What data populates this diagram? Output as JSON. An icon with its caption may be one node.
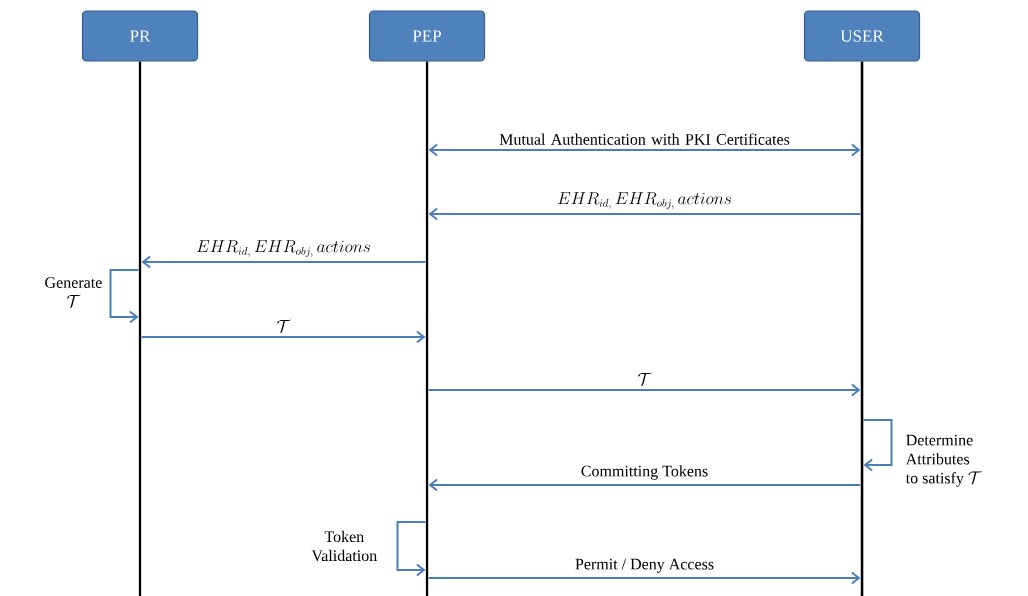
{
  "diagram": {
    "nodes": [
      {
        "text": [
          "PR"
        ]
      },
      {
        "text": [
          "PEP"
        ]
      },
      {
        "text": [
          "USER"
        ]
      },
      {
        "text": [],
        "shape": "bar"
      },
      {
        "text": [],
        "shape": "bar"
      },
      {
        "text": [],
        "shape": "bar"
      }
    ],
    "edges": [
      {
        "from": 4,
        "to": 5,
        "arrow": "both",
        "label": "Mutual Authentication with PKI Certificates"
      },
      {
        "from": 5,
        "to": 4,
        "arrow": "to",
        "label": "EHR_{id,}\\, EHR_{obj,}\\, actions"
      },
      {
        "from": 4,
        "to": 3,
        "arrow": "to",
        "label": "EHR_{id,}\\, EHR_{obj,}\\, actions"
      },
      {
        "from": 3,
        "to": 3,
        "arrow": "to",
        "label": "\\begin{array}{c}\\text{Generate}\\\\ \\mathcal{T}\\end{array}"
      },
      {
        "from": 3,
        "to": 4,
        "arrow": "to",
        "label": "\\mathcal{T}"
      },
      {
        "from": 4,
        "to": 5,
        "arrow": "to",
        "label": "\\mathcal{T}"
      },
      {
        "from": 5,
        "to": 5,
        "arrow": "to",
        "label": "\\begin{array}{l}\\text{Determine}\\\\ \\text{Attributes}\\\\ \\text{to satisfy }\\mathcal{T}\\end{array}"
      },
      {
        "from": 5,
        "to": 4,
        "arrow": "to",
        "label": "Committing Tokens"
      },
      {
        "from": 4,
        "to": 4,
        "arrow": "to",
        "label": "Token Validation"
      },
      {
        "from": 4,
        "to": 5,
        "arrow": "to",
        "label": "Permit / Deny Access"
      }
    ]
  }
}
